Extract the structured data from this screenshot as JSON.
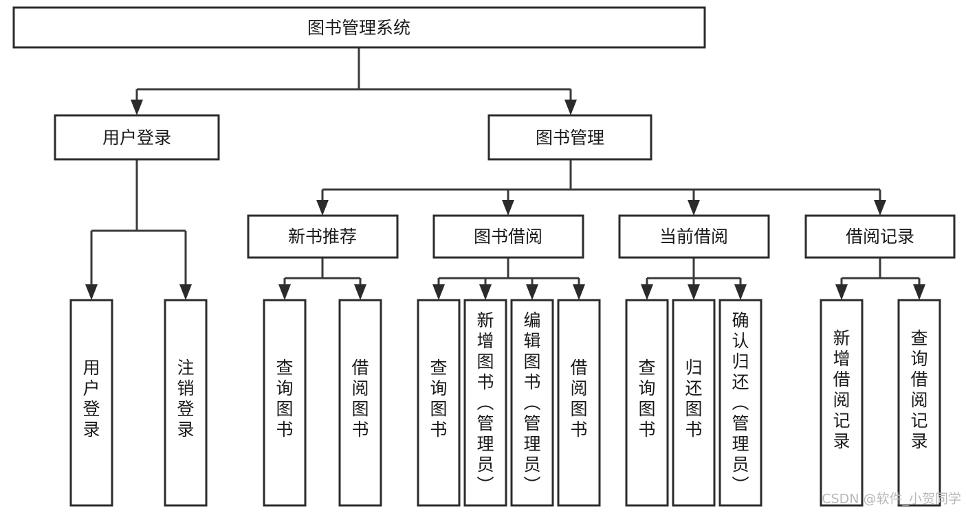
{
  "diagram": {
    "title": "图书管理系统",
    "watermark": "CSDN @软件_小贺同学",
    "colors": {
      "box_stroke": "#2b2b2b",
      "connector": "#3a3a3a",
      "background": "#ffffff",
      "text": "#1a1a1a",
      "watermark": "#b8b8b8"
    },
    "root": {
      "label": "图书管理系统",
      "level": 0
    },
    "level1": [
      {
        "label": "用户登录"
      },
      {
        "label": "图书管理"
      }
    ],
    "level2": [
      {
        "label": "新书推荐",
        "parent": "图书管理"
      },
      {
        "label": "图书借阅",
        "parent": "图书管理"
      },
      {
        "label": "当前借阅",
        "parent": "图书管理"
      },
      {
        "label": "借阅记录",
        "parent": "图书管理"
      }
    ],
    "leaves": {
      "用户登录": [
        {
          "label": "用户登录"
        },
        {
          "label": "注销登录"
        }
      ],
      "新书推荐": [
        {
          "label": "查询图书"
        },
        {
          "label": "借阅图书"
        }
      ],
      "图书借阅": [
        {
          "label": "查询图书"
        },
        {
          "label": "新增图书（管理员）"
        },
        {
          "label": "编辑图书（管理员）"
        },
        {
          "label": "借阅图书"
        }
      ],
      "当前借阅": [
        {
          "label": "查询图书"
        },
        {
          "label": "归还图书"
        },
        {
          "label": "确认归还（管理员）"
        }
      ],
      "借阅记录": [
        {
          "label": "新增借阅记录"
        },
        {
          "label": "查询借阅记录"
        }
      ]
    }
  },
  "nodes": {
    "root": {
      "label": "图书管理系统"
    },
    "user_login": {
      "label": "用户登录"
    },
    "book_manage": {
      "label": "图书管理"
    },
    "new_book_rec": {
      "label": "新书推荐"
    },
    "book_borrow": {
      "label": "图书借阅"
    },
    "current_borrow": {
      "label": "当前借阅"
    },
    "borrow_record": {
      "label": "借阅记录"
    },
    "leaf_user_login": {
      "label": "用户登录"
    },
    "leaf_logout": {
      "label": "注销登录"
    },
    "leaf_rec_query": {
      "label": "查询图书"
    },
    "leaf_rec_borrow": {
      "label": "借阅图书"
    },
    "leaf_bb_query": {
      "label": "查询图书"
    },
    "leaf_bb_add": {
      "label": "新增图书（管理员）"
    },
    "leaf_bb_edit": {
      "label": "编辑图书（管理员）"
    },
    "leaf_bb_borrow": {
      "label": "借阅图书"
    },
    "leaf_cb_query": {
      "label": "查询图书"
    },
    "leaf_cb_return": {
      "label": "归还图书"
    },
    "leaf_cb_confirm": {
      "label": "确认归还（管理员）"
    },
    "leaf_br_add": {
      "label": "新增借阅记录"
    },
    "leaf_br_query": {
      "label": "查询借阅记录"
    }
  },
  "watermark": {
    "text": "CSDN @软件_小贺同学"
  }
}
